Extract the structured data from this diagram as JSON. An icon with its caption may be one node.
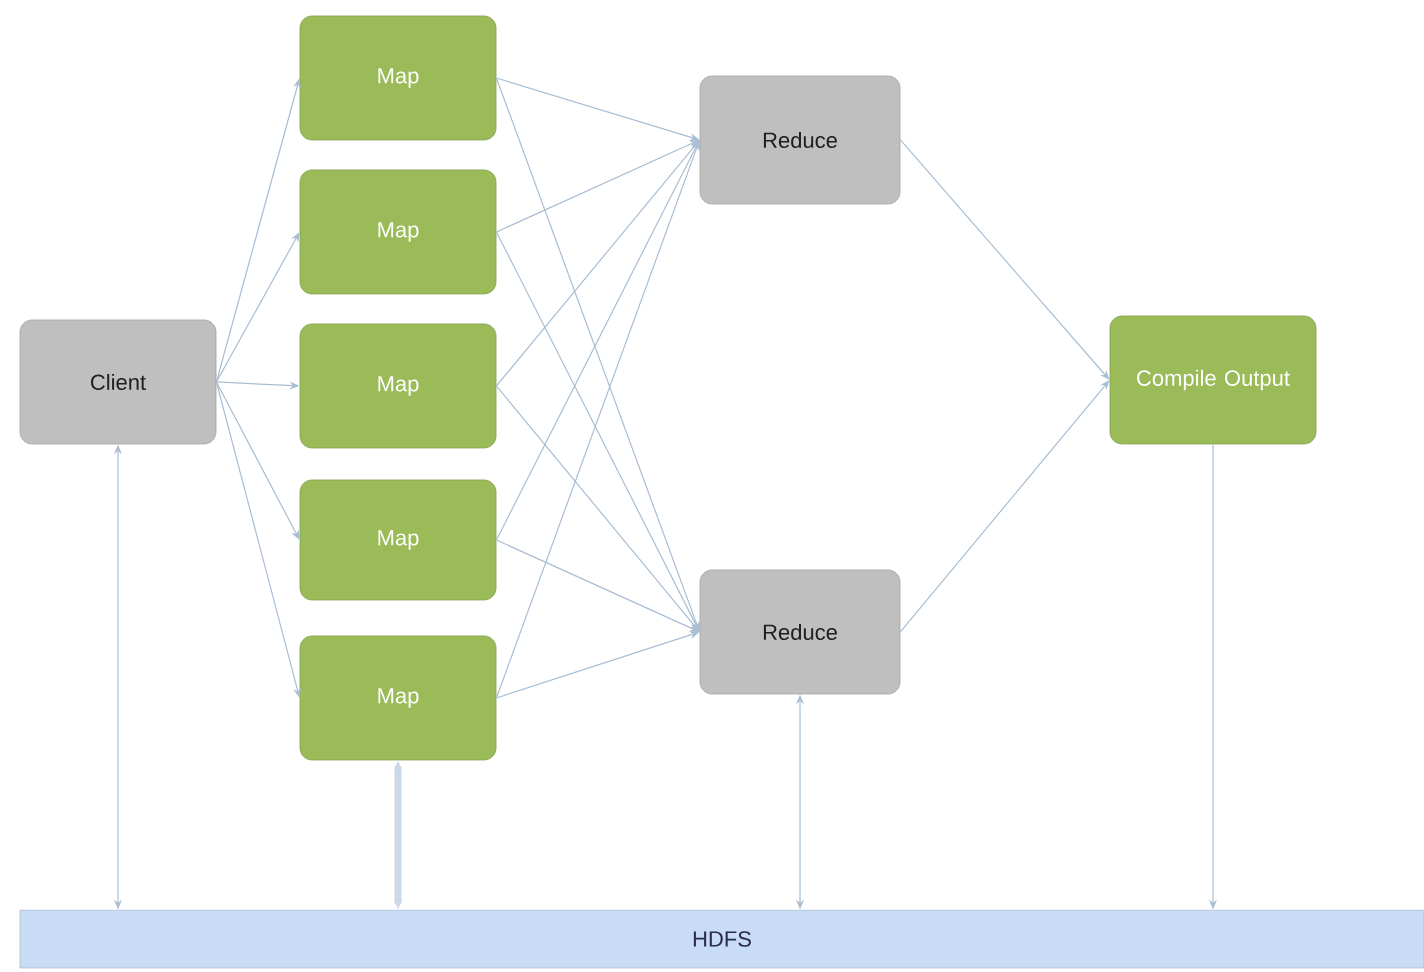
{
  "diagram": {
    "nodes": [
      {
        "text": [
          "Client"
        ]
      },
      {
        "text": [
          "Map"
        ]
      },
      {
        "text": [
          "Map"
        ]
      },
      {
        "text": [
          "Map"
        ]
      },
      {
        "text": [
          "Map"
        ]
      },
      {
        "text": [
          "Map"
        ]
      },
      {
        "text": [
          "Reduce"
        ]
      },
      {
        "text": [
          "Reduce"
        ]
      },
      {
        "text": [
          "Compile Output"
        ]
      },
      {
        "text": [
          "HDFS"
        ]
      }
    ],
    "edges": [
      {
        "from": 0,
        "to": 1,
        "arrow": "to"
      },
      {
        "from": 0,
        "to": 2,
        "arrow": "to"
      },
      {
        "from": 0,
        "to": 3,
        "arrow": "to"
      },
      {
        "from": 0,
        "to": 4,
        "arrow": "to"
      },
      {
        "from": 0,
        "to": 5,
        "arrow": "to"
      },
      {
        "from": 1,
        "to": 6,
        "arrow": "to"
      },
      {
        "from": 1,
        "to": 7,
        "arrow": "to"
      },
      {
        "from": 2,
        "to": 6,
        "arrow": "to"
      },
      {
        "from": 2,
        "to": 7,
        "arrow": "to"
      },
      {
        "from": 3,
        "to": 6,
        "arrow": "to"
      },
      {
        "from": 3,
        "to": 7,
        "arrow": "to"
      },
      {
        "from": 4,
        "to": 6,
        "arrow": "to"
      },
      {
        "from": 4,
        "to": 7,
        "arrow": "to"
      },
      {
        "from": 5,
        "to": 6,
        "arrow": "to"
      },
      {
        "from": 5,
        "to": 7,
        "arrow": "to"
      },
      {
        "from": 6,
        "to": 8,
        "arrow": "to"
      },
      {
        "from": 7,
        "to": 8,
        "arrow": "to"
      },
      {
        "from": 0,
        "to": 9,
        "arrow": "both"
      },
      {
        "from": 5,
        "to": 9,
        "arrow": "both",
        "style": "thick"
      },
      {
        "from": 7,
        "to": 9,
        "arrow": "both"
      },
      {
        "from": 8,
        "to": 9,
        "arrow": "to"
      }
    ]
  }
}
